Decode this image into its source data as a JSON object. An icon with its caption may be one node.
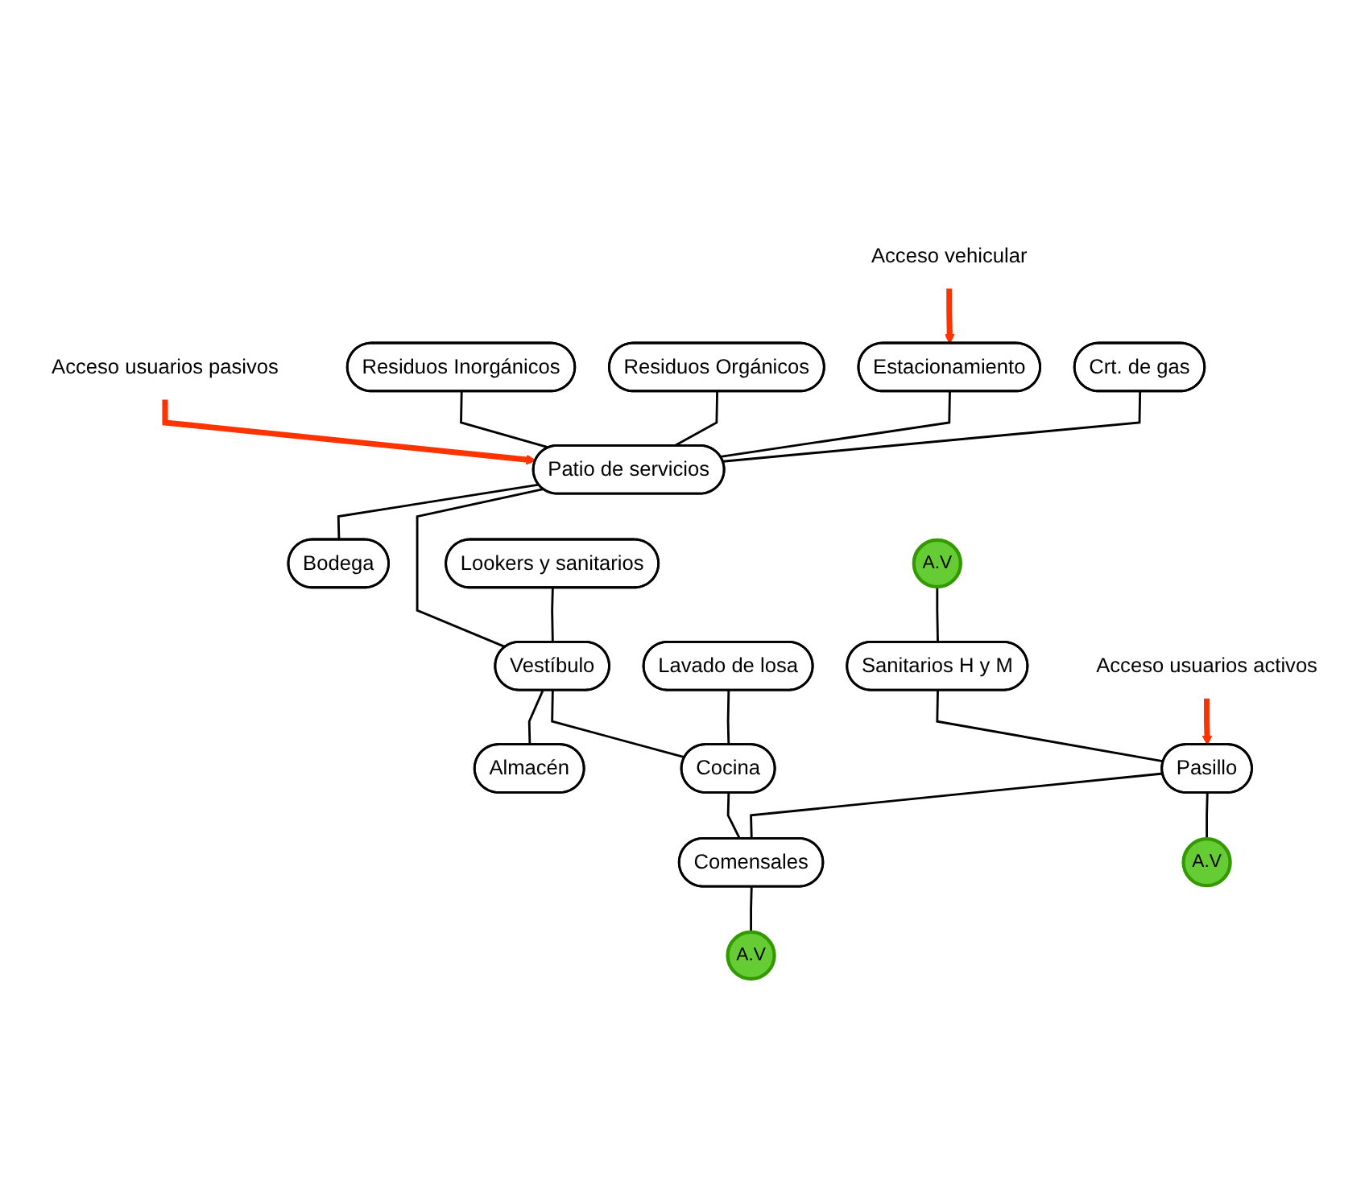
{
  "diagram": {
    "nodes": [
      {
        "text": [
          "Residuos Inorgánicos"
        ]
      },
      {
        "text": [
          "Residuos Orgánicos"
        ]
      },
      {
        "text": [
          "Estacionamiento"
        ]
      },
      {
        "text": [
          "Crt. de gas"
        ]
      },
      {
        "text": [
          "Patio de servicios"
        ]
      },
      {
        "text": [
          "Bodega"
        ]
      },
      {
        "text": [
          "Lookers y sanitarios"
        ]
      },
      {
        "text": [
          "Vestíbulo"
        ]
      },
      {
        "text": [
          "Almacén"
        ]
      },
      {
        "text": [
          "Lavado de losa"
        ]
      },
      {
        "text": [
          "Cocina"
        ]
      },
      {
        "text": [
          "A.V"
        ]
      },
      {
        "text": [
          "Comensales"
        ]
      },
      {
        "text": [
          "A.V"
        ]
      },
      {
        "text": [
          "Sanitarios H y M"
        ]
      },
      {
        "text": [
          "Pasillo"
        ]
      },
      {
        "text": [
          "A.V"
        ]
      },
      {
        "text": [
          "Acceso vehicular"
        ]
      },
      {
        "text": [
          "Acceso usuarios pasivos"
        ]
      },
      {
        "text": [
          "Acceso usuarios activos"
        ]
      }
    ],
    "edges": [
      {
        "from": 17,
        "to": 2,
        "arrow": "to",
        "style": "thick",
        "color": "#ff3300"
      },
      {
        "from": 18,
        "to": 4,
        "arrow": "to",
        "style": "thick",
        "color": "#ff3300"
      },
      {
        "from": 0,
        "to": 4,
        "arrow": "none"
      },
      {
        "from": 1,
        "to": 4,
        "arrow": "none"
      },
      {
        "from": 2,
        "to": 4,
        "arrow": "none"
      },
      {
        "from": 3,
        "to": 4,
        "arrow": "none"
      },
      {
        "from": 4,
        "to": 5,
        "arrow": "none"
      },
      {
        "from": 4,
        "to": 7,
        "arrow": "none"
      },
      {
        "from": 6,
        "to": 7,
        "arrow": "none"
      },
      {
        "from": 7,
        "to": 8,
        "arrow": "none"
      },
      {
        "from": 7,
        "to": 10,
        "arrow": "none"
      },
      {
        "from": 9,
        "to": 10,
        "arrow": "none"
      },
      {
        "from": 10,
        "to": 12,
        "arrow": "none"
      },
      {
        "from": 12,
        "to": 11,
        "arrow": "none"
      },
      {
        "from": 13,
        "to": 14,
        "arrow": "none"
      },
      {
        "from": 14,
        "to": 15,
        "arrow": "none"
      },
      {
        "from": 15,
        "to": 12,
        "arrow": "none"
      },
      {
        "from": 15,
        "to": 16,
        "arrow": "none"
      },
      {
        "from": 19,
        "to": 15,
        "arrow": "to",
        "style": "thick",
        "color": "#ff3300"
      }
    ]
  }
}
